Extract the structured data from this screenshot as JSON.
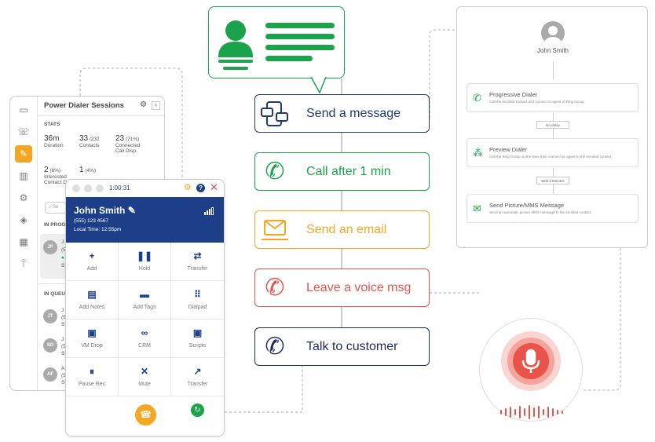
{
  "sessions": {
    "title": "Power Dialer Sessions",
    "stats_label": "STATS",
    "stats": [
      {
        "value": "36m",
        "suffix": "",
        "label": "Duration"
      },
      {
        "value": "33",
        "suffix": "/232",
        "label": "Contacts"
      },
      {
        "value": "23",
        "suffix": "(71%)",
        "label": "Connected",
        "label2": "Call Disp."
      },
      {
        "value": "2",
        "suffix": "(8%)",
        "label": "Interested",
        "label2": "Contact D"
      },
      {
        "value": "1",
        "suffix": "(4%)",
        "label": ""
      }
    ],
    "search_placeholder": "Se",
    "in_progress_label": "IN PROG",
    "in_queue_label": "IN QUEU",
    "in_progress": {
      "initials": "JP",
      "line1": "J",
      "line2": "(5",
      "line3": "S"
    },
    "queue": [
      {
        "initials": "JT",
        "line1": "J",
        "line2": "(5",
        "line3": "S"
      },
      {
        "initials": "SD",
        "line1": "J",
        "line2": "(5",
        "line3": "S"
      },
      {
        "initials": "AF",
        "line1": "A",
        "line2": "(5",
        "line3": "S"
      }
    ]
  },
  "dialer": {
    "timer": "1:00:31",
    "name": "John Smith",
    "phone": "(555) 123 4567",
    "local_time": "Local Time: 12:55pm",
    "actions": [
      {
        "icon": "+",
        "label": "Add"
      },
      {
        "icon": "❚❚",
        "label": "Hold"
      },
      {
        "icon": "⇄",
        "label": "Transfer"
      },
      {
        "icon": "▤",
        "label": "Add Notes"
      },
      {
        "icon": "▬",
        "label": "Add Tags"
      },
      {
        "icon": "⠿",
        "label": "Dialpad"
      },
      {
        "icon": "▣",
        "label": "VM Drop"
      },
      {
        "icon": "∞",
        "label": "CRM"
      },
      {
        "icon": "▣",
        "label": "Scripts"
      },
      {
        "icon": "⏸",
        "label": "Pause Rec"
      },
      {
        "icon": "✕",
        "label": "Mute"
      },
      {
        "icon": "↗",
        "label": "Transfer"
      }
    ]
  },
  "actions": [
    {
      "label": "Send a message",
      "color": "#1f3a6e"
    },
    {
      "label": "Call after 1 min",
      "color": "#1aa34a"
    },
    {
      "label": "Send an email",
      "color": "#f5a623"
    },
    {
      "label": "Leave a voice msg",
      "color": "#e8534a"
    },
    {
      "label": "Talk to customer",
      "color": "#1f2a5a"
    }
  ],
  "workflow": {
    "contact": "John Smith",
    "steps": [
      {
        "title": "Progressive Dialer",
        "desc": "Call the enrolled contact and connect to agent of Ring Group"
      },
      {
        "title": "Preview Dialer",
        "desc": "Call the Ring Group on the lines then connect an agent to the enrolled contact."
      },
      {
        "title": "Send Picture/MMS Message",
        "desc": "Send an automatic picture MMS message to the enrolled contact."
      }
    ],
    "delays": [
      "No delay",
      "Wait 4 Minutes"
    ]
  }
}
